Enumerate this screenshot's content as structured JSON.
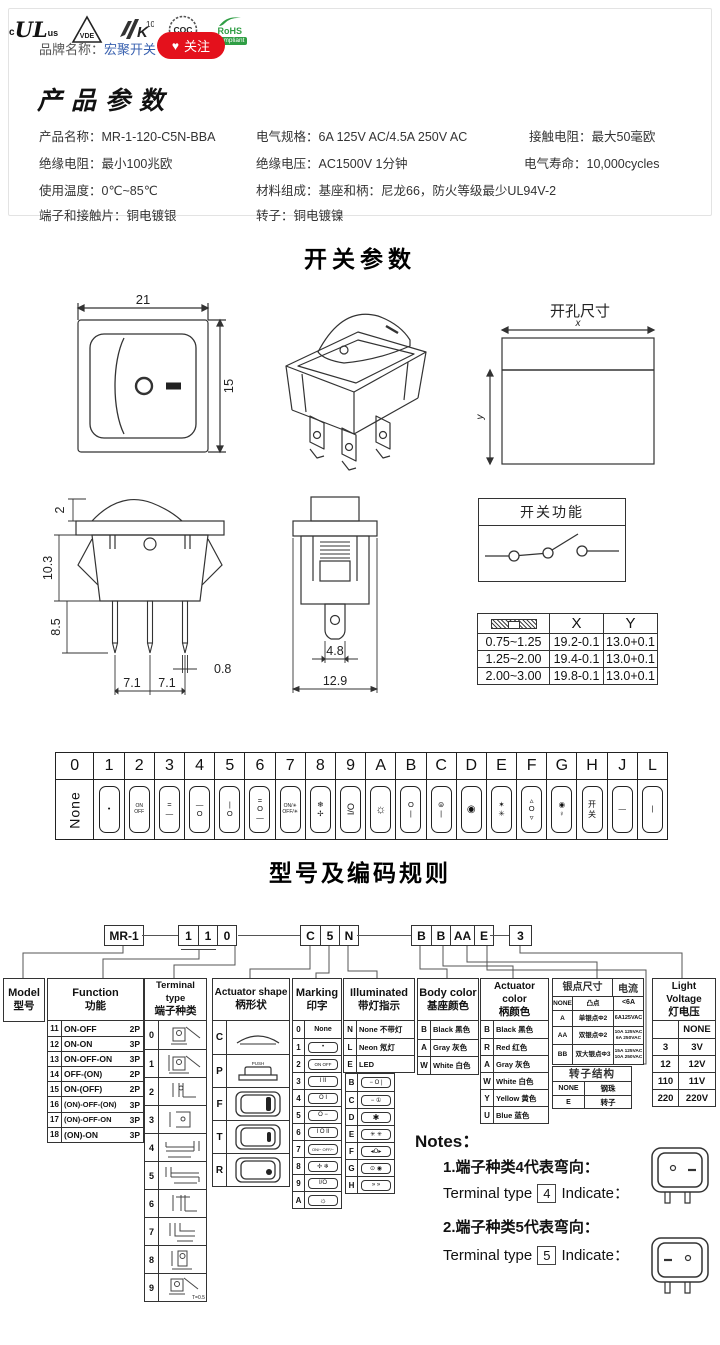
{
  "brand": {
    "label": "品牌名称：",
    "name": "宏聚开关",
    "heart": "♥",
    "follow_label": "关注"
  },
  "product": {
    "title": "产品参数",
    "specs": [
      {
        "k": "产品名称：",
        "v": "MR-1-120-C5N-BBA"
      },
      {
        "k": "电气规格：",
        "v": "6A 125V AC/4.5A 250V AC"
      },
      {
        "k": "接触电阻：",
        "v": "最大50毫欧"
      },
      {
        "k": "绝缘电阻：",
        "v": "最小100兆欧"
      },
      {
        "k": "绝缘电压：",
        "v": "AC1500V 1分钟"
      },
      {
        "k": "电气寿命：",
        "v": "10,000cycles"
      },
      {
        "k": "使用温度：",
        "v": "0℃~85℃"
      },
      {
        "k": "材料组成：",
        "v": "基座和柄：尼龙66，防火等级最少UL94V-2"
      },
      {
        "k": "端子和接触片：",
        "v": "铜电镀银"
      },
      {
        "k": "转子：",
        "v": "铜电镀镍"
      }
    ],
    "certs": {
      "ul_c": "c",
      "ul": "UL",
      "ul_us": "us",
      "vde": "VDE",
      "enec_k": "K",
      "enec_10": "10",
      "cqc": "CQC",
      "rohs": "RoHS",
      "rohs_sub": "Compliant"
    }
  },
  "switch_section": {
    "title": "开关参数",
    "front": {
      "dim_w": "21",
      "dim_h": "15"
    },
    "hole": {
      "title": "开孔尺寸",
      "x": "x",
      "y": "y"
    },
    "side": {
      "d2": "2",
      "d103": "10.3",
      "d85": "8.5",
      "d08": "0.8",
      "d71a": "7.1",
      "d71b": "7.1"
    },
    "end": {
      "d48": "4.8",
      "d129": "12.9"
    },
    "function_box": {
      "title": "开关功能"
    },
    "tol_table": {
      "col_x": "X",
      "col_y": "Y",
      "rows": [
        {
          "range": "0.75~1.25",
          "x": "19.2-0.1",
          "y": "13.0+0.1"
        },
        {
          "range": "1.25~2.00",
          "x": "19.4-0.1",
          "y": "13.0+0.1"
        },
        {
          "range": "2.00~3.00",
          "x": "19.8-0.1",
          "y": "13.0+0.1"
        }
      ]
    },
    "legend": {
      "codes": [
        "0",
        "1",
        "2",
        "3",
        "4",
        "5",
        "6",
        "7",
        "8",
        "9",
        "A",
        "B",
        "C",
        "D",
        "E",
        "F",
        "G",
        "H",
        "J",
        "L"
      ],
      "symbols": [
        "None",
        "•",
        "ON\nOFF",
        "=\n—",
        "—\nO",
        "|\nO",
        "=\nO\n—",
        "ON/✳\nOFF/✳",
        "❄\n✢",
        "I/O",
        "☼",
        "O\n|",
        "⊜\n|",
        "◉",
        "✶\n✳",
        "▵\nO\n▿",
        "◉\n♀",
        "开\n关",
        "—",
        "|"
      ]
    }
  },
  "coding": {
    "title": "型号及编码规则",
    "boxes": {
      "model": "MR-1",
      "f1": "1",
      "f2": "1",
      "t": "0",
      "a": "C",
      "m": "5",
      "i": "N",
      "bc": "B",
      "ac": "B",
      "sp": "AA",
      "rt": "E",
      "lv": "3"
    },
    "model_col": {
      "en": "Model",
      "cn": "型号"
    },
    "function_col": {
      "en": "Function",
      "cn": "功能",
      "rows": [
        {
          "c": "11",
          "f": "ON-OFF",
          "p": "2P"
        },
        {
          "c": "12",
          "f": "ON-ON",
          "p": "3P"
        },
        {
          "c": "13",
          "f": "ON-OFF-ON",
          "p": "3P"
        },
        {
          "c": "14",
          "f": "OFF-(ON)",
          "p": "2P"
        },
        {
          "c": "15",
          "f": "ON-(OFF)",
          "p": "2P"
        },
        {
          "c": "16",
          "f": "(ON)-OFF-(ON)",
          "p": "3P"
        },
        {
          "c": "17",
          "f": "(ON)-OFF-ON",
          "p": "3P"
        },
        {
          "c": "18",
          "f": "(ON)-ON",
          "p": "3P"
        }
      ]
    },
    "terminal_col": {
      "en": "Terminal type",
      "cn": "端子种类",
      "codes": [
        "0",
        "1",
        "2",
        "3",
        "4",
        "5",
        "6",
        "7",
        "8",
        "9"
      ],
      "note": "T=0.5"
    },
    "actuator_shape_col": {
      "en": "Actuator shape",
      "cn": "柄形状",
      "codes": [
        "C",
        "P",
        "F",
        "T",
        "R"
      ],
      "push": "PUSH"
    },
    "marking_col": {
      "en": "Marking",
      "cn": "印字",
      "left": [
        {
          "c": "0",
          "s": "None"
        },
        {
          "c": "1",
          "s": "•"
        },
        {
          "c": "2",
          "s": "ON OFF"
        },
        {
          "c": "3",
          "s": "I  II"
        },
        {
          "c": "4",
          "s": "O  I"
        },
        {
          "c": "5",
          "s": "O  −"
        },
        {
          "c": "6",
          "s": "I O II"
        },
        {
          "c": "7",
          "s": "ON/− OFF/−"
        },
        {
          "c": "8",
          "s": "✢  ❄"
        },
        {
          "c": "9",
          "s": "I/O"
        },
        {
          "c": "A",
          "s": "☼"
        }
      ],
      "right": [
        {
          "c": "B",
          "s": "−  O  |"
        },
        {
          "c": "C",
          "s": "−  ①"
        },
        {
          "c": "D",
          "s": "✱"
        },
        {
          "c": "E",
          "s": "✳  ✳"
        },
        {
          "c": "F",
          "s": "◂O▸"
        },
        {
          "c": "G",
          "s": "⊙  ◉"
        },
        {
          "c": "H",
          "s": "»  »"
        }
      ]
    },
    "illuminated_col": {
      "en": "Illuminated",
      "cn": "带灯指示",
      "rows": [
        {
          "c": "N",
          "s": "None 不带灯"
        },
        {
          "c": "L",
          "s": "Neon 氖灯"
        },
        {
          "c": "E",
          "s": "LED"
        }
      ]
    },
    "body_color_col": {
      "en": "Body color",
      "cn": "基座颜色",
      "rows": [
        {
          "c": "B",
          "s": "Black 黑色"
        },
        {
          "c": "A",
          "s": "Gray 灰色"
        },
        {
          "c": "W",
          "s": "White 白色"
        }
      ]
    },
    "actuator_color_col": {
      "en": "Actuator color",
      "cn": "柄颜色",
      "rows": [
        {
          "c": "B",
          "s": "Black 黑色"
        },
        {
          "c": "R",
          "s": "Red 红色"
        },
        {
          "c": "A",
          "s": "Gray 灰色"
        },
        {
          "c": "W",
          "s": "White 白色"
        },
        {
          "c": "Y",
          "s": "Yellow 黄色"
        },
        {
          "c": "U",
          "s": "Blue 蓝色"
        }
      ]
    },
    "silver_col": {
      "t1": "银点尺寸",
      "t2": "电流",
      "rows": [
        {
          "c": "NONE",
          "s": "凸点",
          "a": "<6A"
        },
        {
          "c": "A",
          "s": "单银点Φ2",
          "a": "6A125VAC"
        },
        {
          "c": "AA",
          "s": "双银点Φ2",
          "a": "10A 125VAC\n6A 250VAC"
        },
        {
          "c": "BB",
          "s": "双大银点Φ3",
          "a": "15A 125VAC\n10A 250VAC"
        }
      ]
    },
    "rotor_col": {
      "title": "转子结构",
      "rows": [
        {
          "c": "NONE",
          "s": "钢珠"
        },
        {
          "c": "E",
          "s": "转子"
        }
      ]
    },
    "light_col": {
      "en": "Light Voltage",
      "cn": "灯电压",
      "rows": [
        {
          "c": "",
          "v": "NONE"
        },
        {
          "c": "3",
          "v": "3V"
        },
        {
          "c": "12",
          "v": "12V"
        },
        {
          "c": "110",
          "v": "11V"
        },
        {
          "c": "220",
          "v": "220V"
        }
      ]
    }
  },
  "notes": {
    "title": "Notes：",
    "n1": "1.端子种类4代表弯向：",
    "n1_pre": "Terminal type",
    "n1_code": "4",
    "n1_post": "Indicate：",
    "n2": "2.端子种类5代表弯向：",
    "n2_pre": "Terminal type",
    "n2_code": "5",
    "n2_post": "Indicate："
  }
}
